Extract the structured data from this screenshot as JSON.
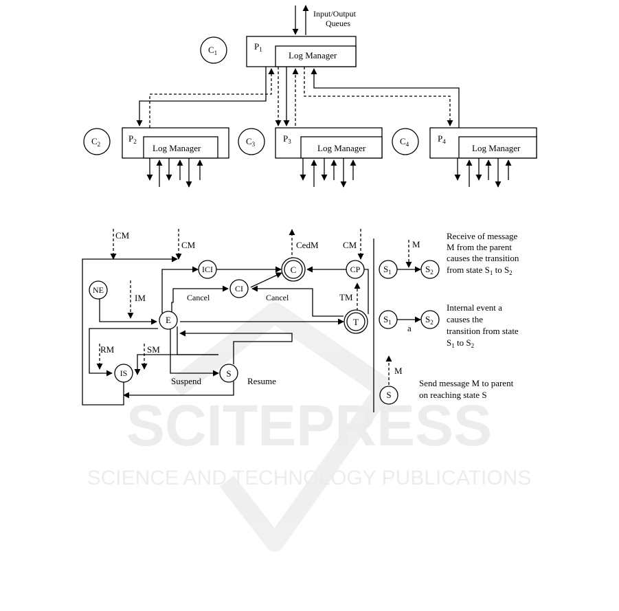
{
  "top": {
    "queues_label_1": "Input/Output",
    "queues_label_2": "Queues",
    "log_manager": "Log Manager",
    "coordinators": [
      {
        "sym": "C",
        "sub": "1"
      },
      {
        "sym": "C",
        "sub": "2"
      },
      {
        "sym": "C",
        "sub": "3"
      },
      {
        "sym": "C",
        "sub": "4"
      }
    ],
    "processes": [
      {
        "sym": "P",
        "sub": "1"
      },
      {
        "sym": "P",
        "sub": "2"
      },
      {
        "sym": "P",
        "sub": "3"
      },
      {
        "sym": "P",
        "sub": "4"
      }
    ]
  },
  "state_machine": {
    "states": {
      "NE": "NE",
      "ICI": "ICI",
      "CI": "CI",
      "C": "C",
      "CP": "CP",
      "E": "E",
      "T": "T",
      "IS": "IS",
      "S": "S"
    },
    "labels": {
      "cm_left": "CM",
      "cm_mid": "CM",
      "cm_right": "CM",
      "cedm": "CedM",
      "im": "IM",
      "tm": "TM",
      "rm": "RM",
      "sm": "SM",
      "cancel_left": "Cancel",
      "cancel_right": "Cancel",
      "suspend": "Suspend",
      "resume": "Resume"
    }
  },
  "legend": {
    "s": "S",
    "sub1": "1",
    "sub2": "2",
    "m": "M",
    "a": "a",
    "line1_1": "Receive of message",
    "line1_2": "M from the parent",
    "line1_3": "causes the transition",
    "line1_4": "from state S",
    "line1_4b": " to S",
    "line2_1": "Internal event a",
    "line2_2": "causes the",
    "line2_3": "transition from state",
    "line2_4": "S",
    "line2_4b": " to S",
    "line3_1": "Send message M to parent",
    "line3_2": "on reaching state S"
  },
  "watermark": {
    "title": "SCITEPRESS",
    "subtitle": "SCIENCE AND TECHNOLOGY PUBLICATIONS"
  }
}
